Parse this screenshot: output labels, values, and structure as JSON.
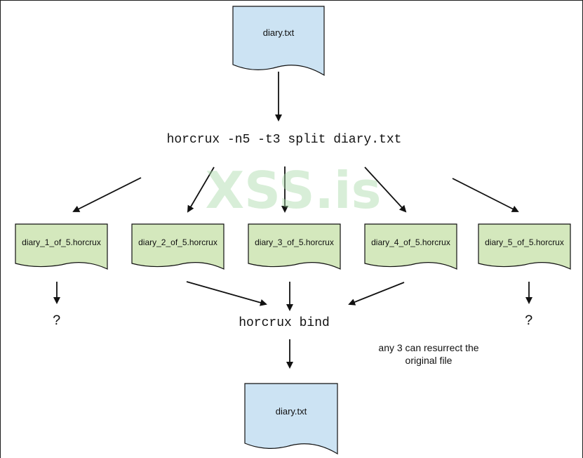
{
  "source_file": {
    "label": "diary.txt"
  },
  "split_command": "horcrux -n5 -t3 split diary.txt",
  "watermark": "XSS.is",
  "shards": [
    {
      "label": "diary_1_of_5.horcrux"
    },
    {
      "label": "diary_2_of_5.horcrux"
    },
    {
      "label": "diary_3_of_5.horcrux"
    },
    {
      "label": "diary_4_of_5.horcrux"
    },
    {
      "label": "diary_5_of_5.horcrux"
    }
  ],
  "unknown_marks": [
    "?",
    "?"
  ],
  "bind_command": "horcrux bind",
  "note_lines": [
    "any 3 can resurrect the",
    "original file"
  ],
  "output_file": {
    "label": "diary.txt"
  },
  "colors": {
    "file_fill": "#cce3f3",
    "shard_fill": "#d4e8bd",
    "stroke": "#111111",
    "watermark": "#a8d9a8",
    "background": "#ffffff"
  }
}
